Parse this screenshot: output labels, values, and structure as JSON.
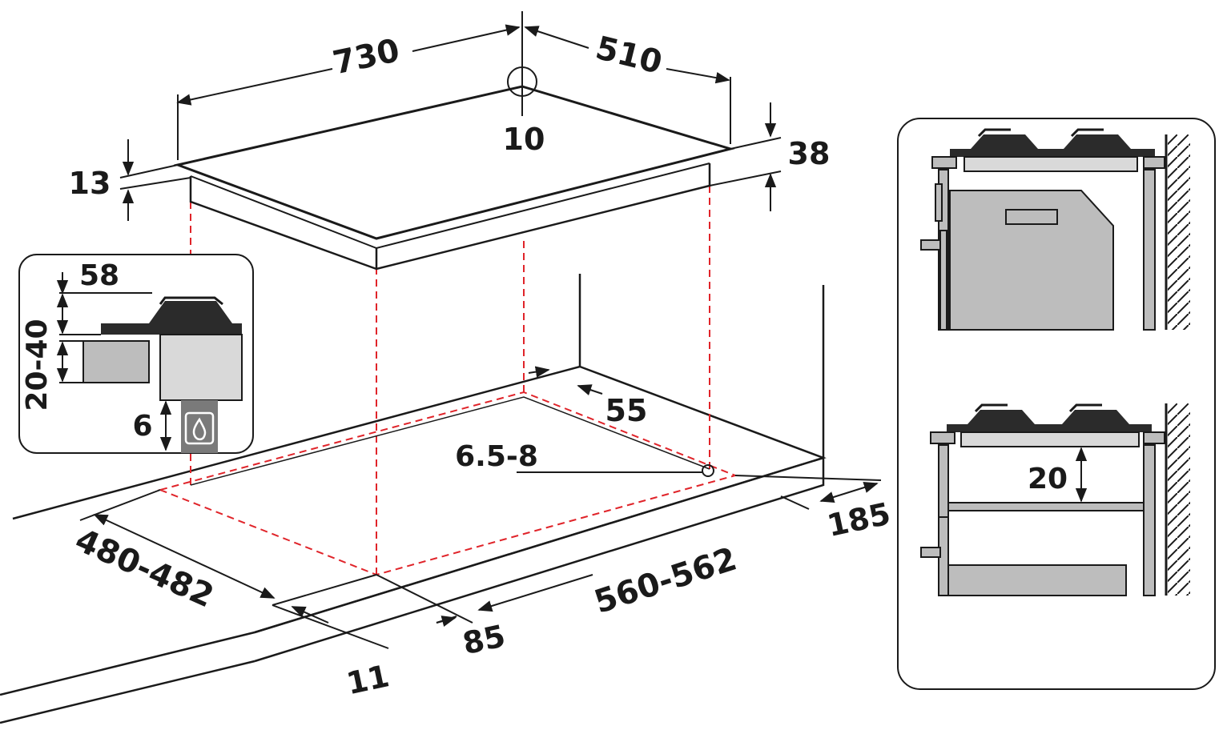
{
  "dimensions": {
    "hob_width": "730",
    "hob_depth": "510",
    "corner_radius": "10",
    "glass_thickness": "13",
    "hob_height": "38",
    "cutout_width": "560-562",
    "cutout_depth": "480-482",
    "rear_clearance": "55",
    "front_margin": "85",
    "front_edge": "11",
    "right_margin": "185",
    "fixing_hole": "6.5-8"
  },
  "gas_inset": {
    "top_clearance": "58",
    "worktop_range": "20-40",
    "bottom_gap": "6"
  },
  "install_inset": {
    "shelf_gap": "20"
  }
}
